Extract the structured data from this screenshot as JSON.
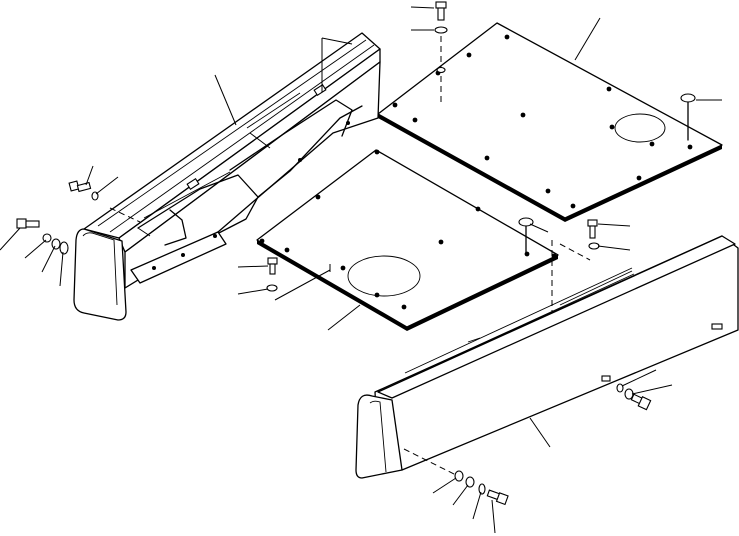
{
  "diagram": {
    "kind": "exploded-parts-view",
    "colors": {
      "line": "#000000",
      "background": "#ffffff"
    },
    "parts": [
      "left-side-cover",
      "right-side-cover",
      "front-floor-plate",
      "rear-floor-plate",
      "bolt",
      "washer",
      "spring-washer",
      "grommet"
    ]
  }
}
